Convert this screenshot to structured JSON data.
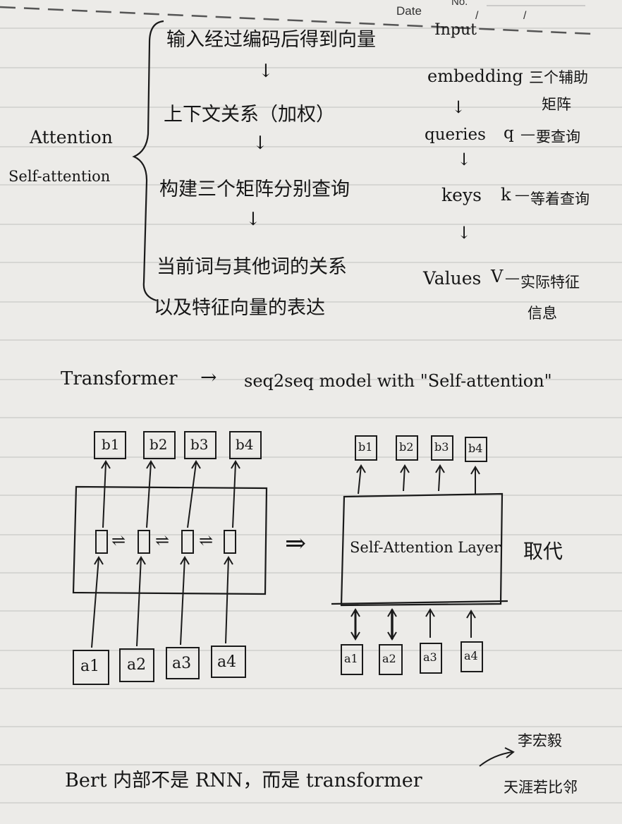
{
  "header": {
    "no_label": "No.",
    "date_label": "Date",
    "date_sep1": "/",
    "date_sep2": "/"
  },
  "left_labels": {
    "attention": "Attention",
    "self_attention": "Self-attention"
  },
  "steps_left": [
    "输入经过编码后得到向量",
    "上下文关系（加权）",
    "构建三个矩阵分别查询",
    "当前词与其他词的关系",
    "以及特征向量的表达"
  ],
  "arrow_glyph": "↓",
  "steps_right": {
    "input": "Input",
    "embedding": "embedding",
    "embedding_note_1": "三个辅助",
    "embedding_note_2": "矩阵",
    "queries": "queries",
    "q_label": "q",
    "q_note": "要查询",
    "keys": "keys",
    "k_label": "k",
    "k_note": "等着查询",
    "values": "Values",
    "v_label": "V",
    "v_note_1": "实际特征",
    "v_note_2": "信息",
    "dash": "—"
  },
  "transformer_line": {
    "left": "Transformer",
    "arrow": "→",
    "right": "seq2seq model with \"Self-attention\""
  },
  "rnn_diagram": {
    "outputs": [
      "b1",
      "b2",
      "b3",
      "b4"
    ],
    "inputs": [
      "a1",
      "a2",
      "a3",
      "a4"
    ],
    "link": "⇌"
  },
  "replace_arrow": "⇒",
  "sa_diagram": {
    "layer_label": "Self-Attention Layer",
    "outputs": [
      "b1",
      "b2",
      "b3",
      "b4"
    ],
    "inputs": [
      "a1",
      "a2",
      "a3",
      "a4"
    ]
  },
  "replace_label": "取代",
  "bert_line": {
    "text": "Bert 内部不是 RNN，而是 transformer",
    "note_1": "李宏毅",
    "note_2": "天涯若比邻"
  }
}
